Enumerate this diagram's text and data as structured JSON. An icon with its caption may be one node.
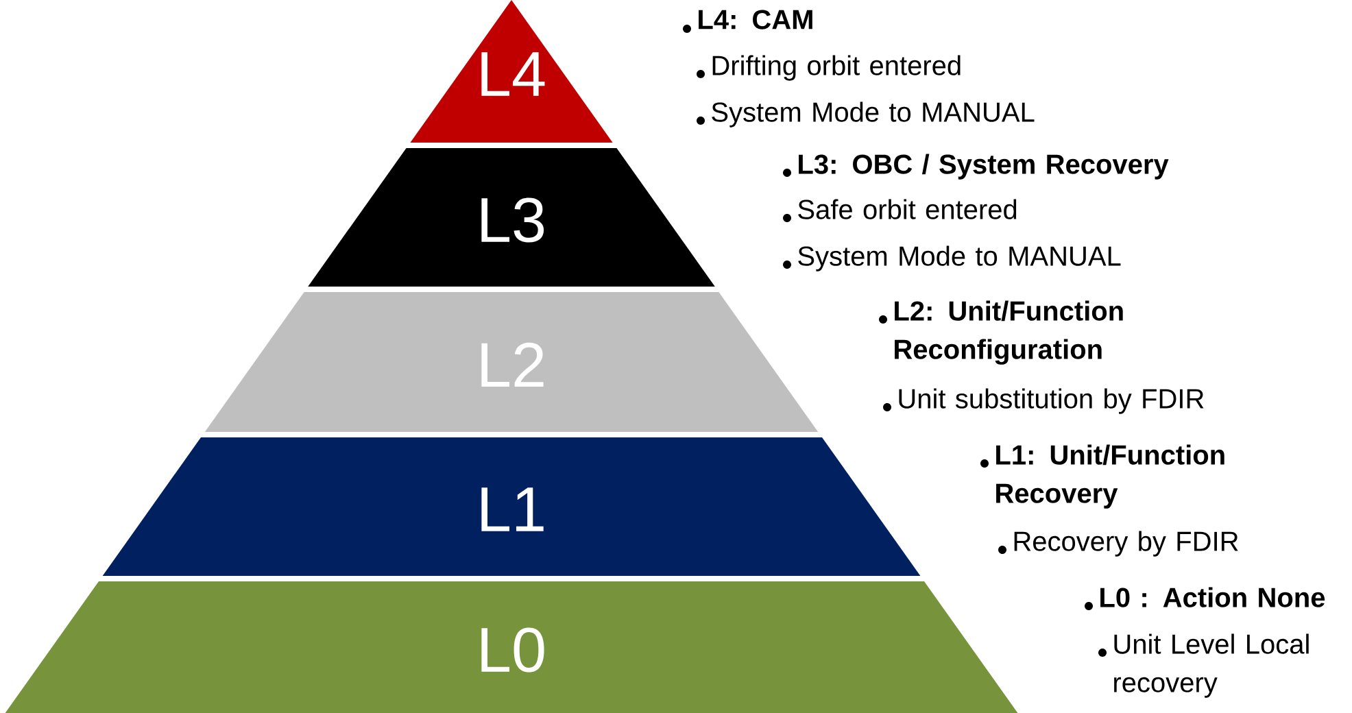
{
  "diagram": {
    "nodes": [
      {
        "text": [
          "L4"
        ],
        "beside": [
          "L4: CAM",
          "Drifting orbit entered",
          "System Mode to MANUAL"
        ]
      },
      {
        "text": [
          "L3"
        ],
        "beside": [
          "L3: OBC / System Recovery",
          "Safe orbit entered",
          "System Mode to MANUAL"
        ]
      },
      {
        "text": [
          "L2"
        ],
        "beside": [
          "L2: Unit/Function Reconfiguration",
          "Unit substitution by FDIR"
        ]
      },
      {
        "text": [
          "L1"
        ],
        "beside": [
          "L1: Unit/Function Recovery",
          "Recovery by FDIR"
        ]
      },
      {
        "text": [
          "L0"
        ],
        "beside": [
          "L0 : Action None",
          "Unit Level Local recovery"
        ]
      }
    ]
  }
}
